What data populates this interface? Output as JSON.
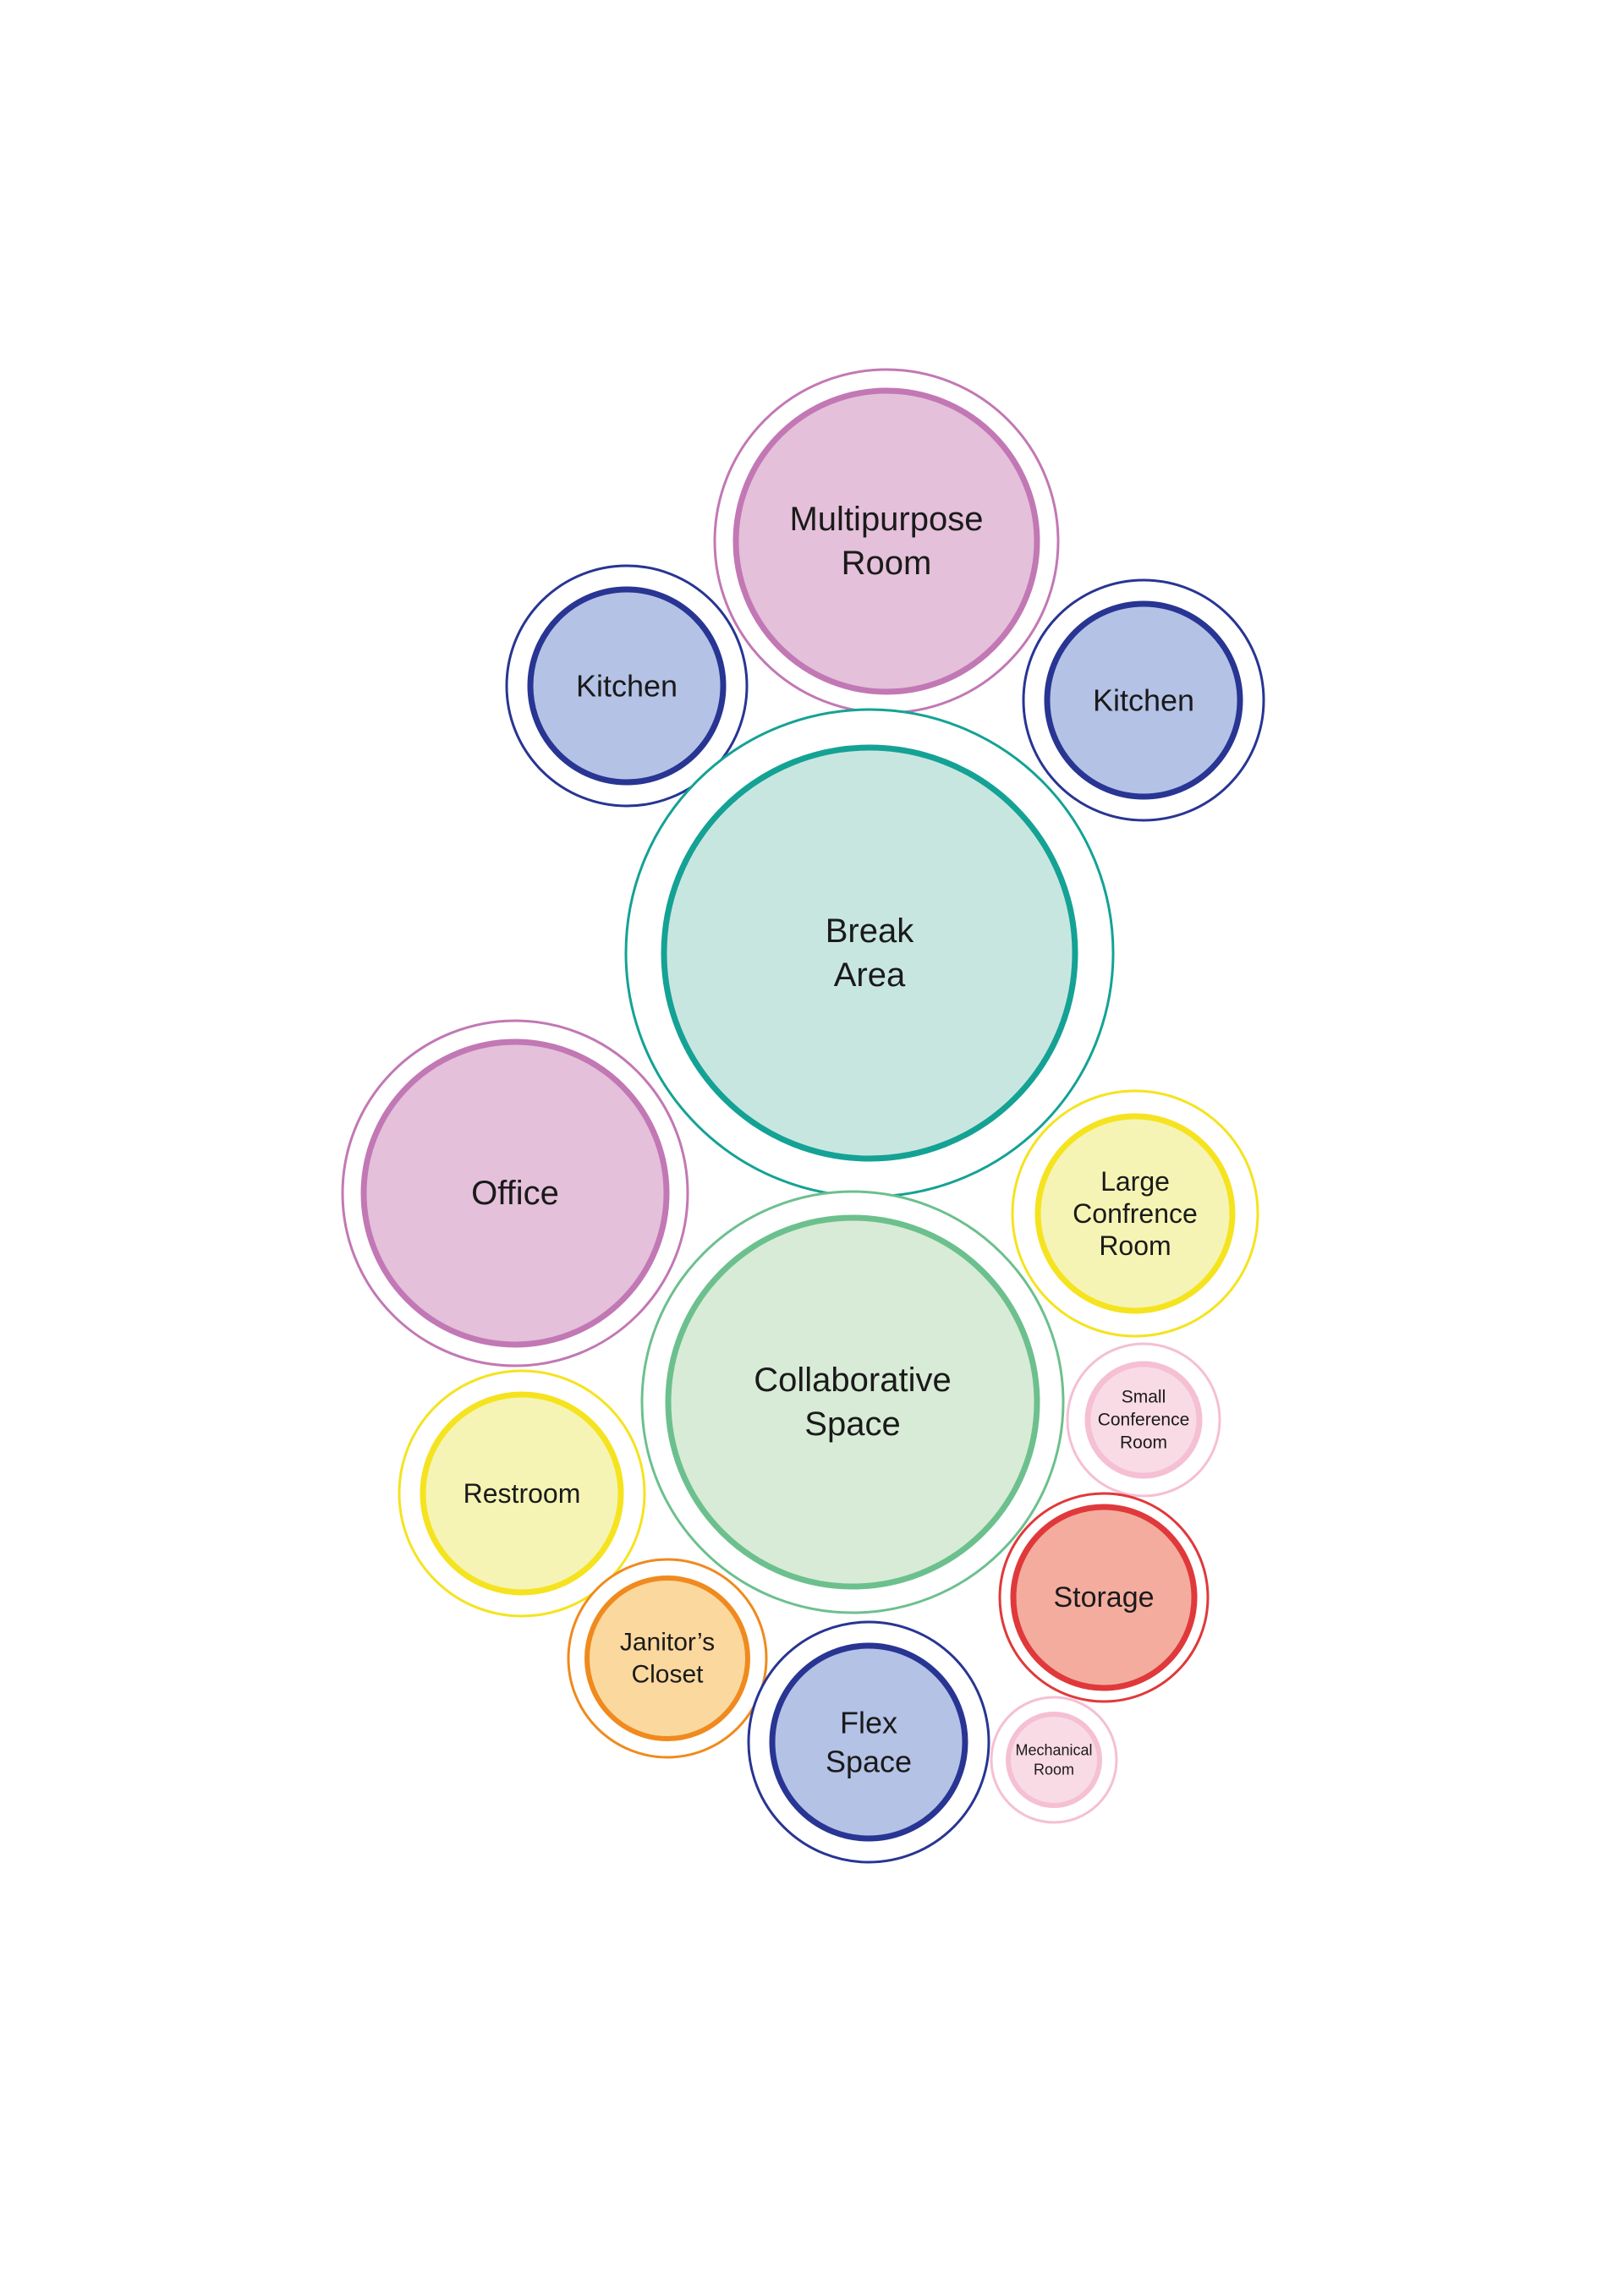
{
  "palette": {
    "pink": {
      "fill": "#e4c0da",
      "stroke": "#c278b4"
    },
    "blue": {
      "fill": "#b4c2e6",
      "stroke": "#283593"
    },
    "teal": {
      "fill": "#c8e6e0",
      "stroke": "#14a295"
    },
    "green": {
      "fill": "#d8ebd6",
      "stroke": "#6cc08d"
    },
    "yellow": {
      "fill": "#f5f4b4",
      "stroke": "#f5e31f"
    },
    "light_pink": {
      "fill": "#f9dbe6",
      "stroke": "#f5bfd4"
    },
    "salmon": {
      "fill": "#f4ac9f",
      "stroke": "#e0393b"
    },
    "orange": {
      "fill": "#fbd89e",
      "stroke": "#f08a1e"
    }
  },
  "spaces": [
    {
      "id": "multipurpose-room",
      "lines": [
        "Multipurpose",
        "Room"
      ],
      "color": "pink"
    },
    {
      "id": "kitchen-left",
      "lines": [
        "Kitchen"
      ],
      "color": "blue"
    },
    {
      "id": "kitchen-right",
      "lines": [
        "Kitchen"
      ],
      "color": "blue"
    },
    {
      "id": "break-area",
      "lines": [
        "Break",
        "Area"
      ],
      "color": "teal"
    },
    {
      "id": "office",
      "lines": [
        "Office"
      ],
      "color": "pink"
    },
    {
      "id": "large-conference",
      "lines": [
        "Large",
        "Confrence",
        "Room"
      ],
      "color": "yellow"
    },
    {
      "id": "collaborative",
      "lines": [
        "Collaborative",
        "Space"
      ],
      "color": "green"
    },
    {
      "id": "small-conference",
      "lines": [
        "Small",
        "Conference",
        "Room"
      ],
      "color": "light_pink"
    },
    {
      "id": "restroom",
      "lines": [
        "Restroom"
      ],
      "color": "yellow"
    },
    {
      "id": "storage",
      "lines": [
        "Storage"
      ],
      "color": "salmon"
    },
    {
      "id": "janitors-closet",
      "lines": [
        "Janitor’s",
        "Closet"
      ],
      "color": "orange"
    },
    {
      "id": "flex-space",
      "lines": [
        "Flex",
        "Space"
      ],
      "color": "blue"
    },
    {
      "id": "mechanical-room",
      "lines": [
        "Mechanical",
        "Room"
      ],
      "color": "light_pink"
    }
  ]
}
